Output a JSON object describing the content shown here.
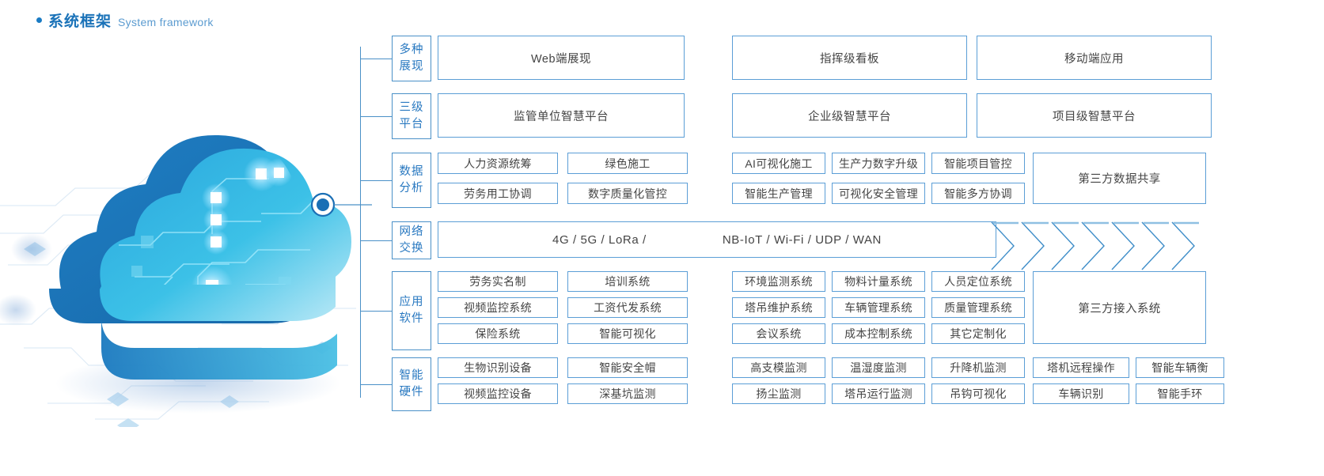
{
  "header": {
    "title_cn": "系统框架",
    "title_en": "System framework",
    "accent_color": "#1a72b8",
    "bullet_icon": "bullet-dot-icon"
  },
  "illustration": {
    "name": "cloud-circuit-illustration",
    "connector_icon": "connector-dot-icon",
    "colors": {
      "cloud_dark": "#1b7ac0",
      "cloud_light": "#49c4e6",
      "line": "#4a90c7"
    }
  },
  "rows": [
    {
      "key": "presentation",
      "label_lines": [
        "多种",
        "展现"
      ],
      "layout": "three-wide",
      "items": [
        "Web端展现",
        "指挥级看板",
        "移动端应用"
      ]
    },
    {
      "key": "platform",
      "label_lines": [
        "三级",
        "平台"
      ],
      "layout": "three-wide",
      "items": [
        "监管单位智慧平台",
        "企业级智慧平台",
        "项目级智慧平台"
      ]
    },
    {
      "key": "data-analysis",
      "label_lines": [
        "数据",
        "分析"
      ],
      "layout": "grid-2-3-tall",
      "left_grid": [
        [
          "人力资源统筹",
          "绿色施工"
        ],
        [
          "劳务用工协调",
          "数字质量化管控"
        ]
      ],
      "right_grid": [
        [
          "AI可视化施工",
          "生产力数字升级",
          "智能项目管控"
        ],
        [
          "智能生产管理",
          "可视化安全管理",
          "智能多方协调"
        ]
      ],
      "tall_box": "第三方数据共享"
    },
    {
      "key": "network",
      "label_lines": [
        "网络",
        "交换"
      ],
      "layout": "network",
      "text_left": "4G / 5G / LoRa /",
      "text_right": "NB-IoT / Wi-Fi / UDP / WAN",
      "chevron_count": 7,
      "chevron_icon": "chevron-right-icon"
    },
    {
      "key": "application-software",
      "label_lines": [
        "应用",
        "软件"
      ],
      "layout": "grid-3-3-tall",
      "left_grid": [
        [
          "劳务实名制",
          "培训系统"
        ],
        [
          "视频监控系统",
          "工资代发系统"
        ],
        [
          "保险系统",
          "智能可视化"
        ]
      ],
      "right_grid": [
        [
          "环境监测系统",
          "物料计量系统",
          "人员定位系统"
        ],
        [
          "塔吊维护系统",
          "车辆管理系统",
          "质量管理系统"
        ],
        [
          "会议系统",
          "成本控制系统",
          "其它定制化"
        ]
      ],
      "tall_box": "第三方接入系统"
    },
    {
      "key": "smart-hardware",
      "label_lines": [
        "智能",
        "硬件"
      ],
      "layout": "grid-2-wide",
      "left_grid": [
        [
          "生物识别设备",
          "智能安全帽"
        ],
        [
          "视频监控设备",
          "深基坑监测"
        ]
      ],
      "right_grid": [
        [
          "高支模监测",
          "温湿度监测",
          "升降机监测",
          "塔机远程操作",
          "智能车辆衡"
        ],
        [
          "扬尘监测",
          "塔吊运行监测",
          "吊钩可视化",
          "车辆识别",
          "智能手环"
        ]
      ]
    }
  ]
}
